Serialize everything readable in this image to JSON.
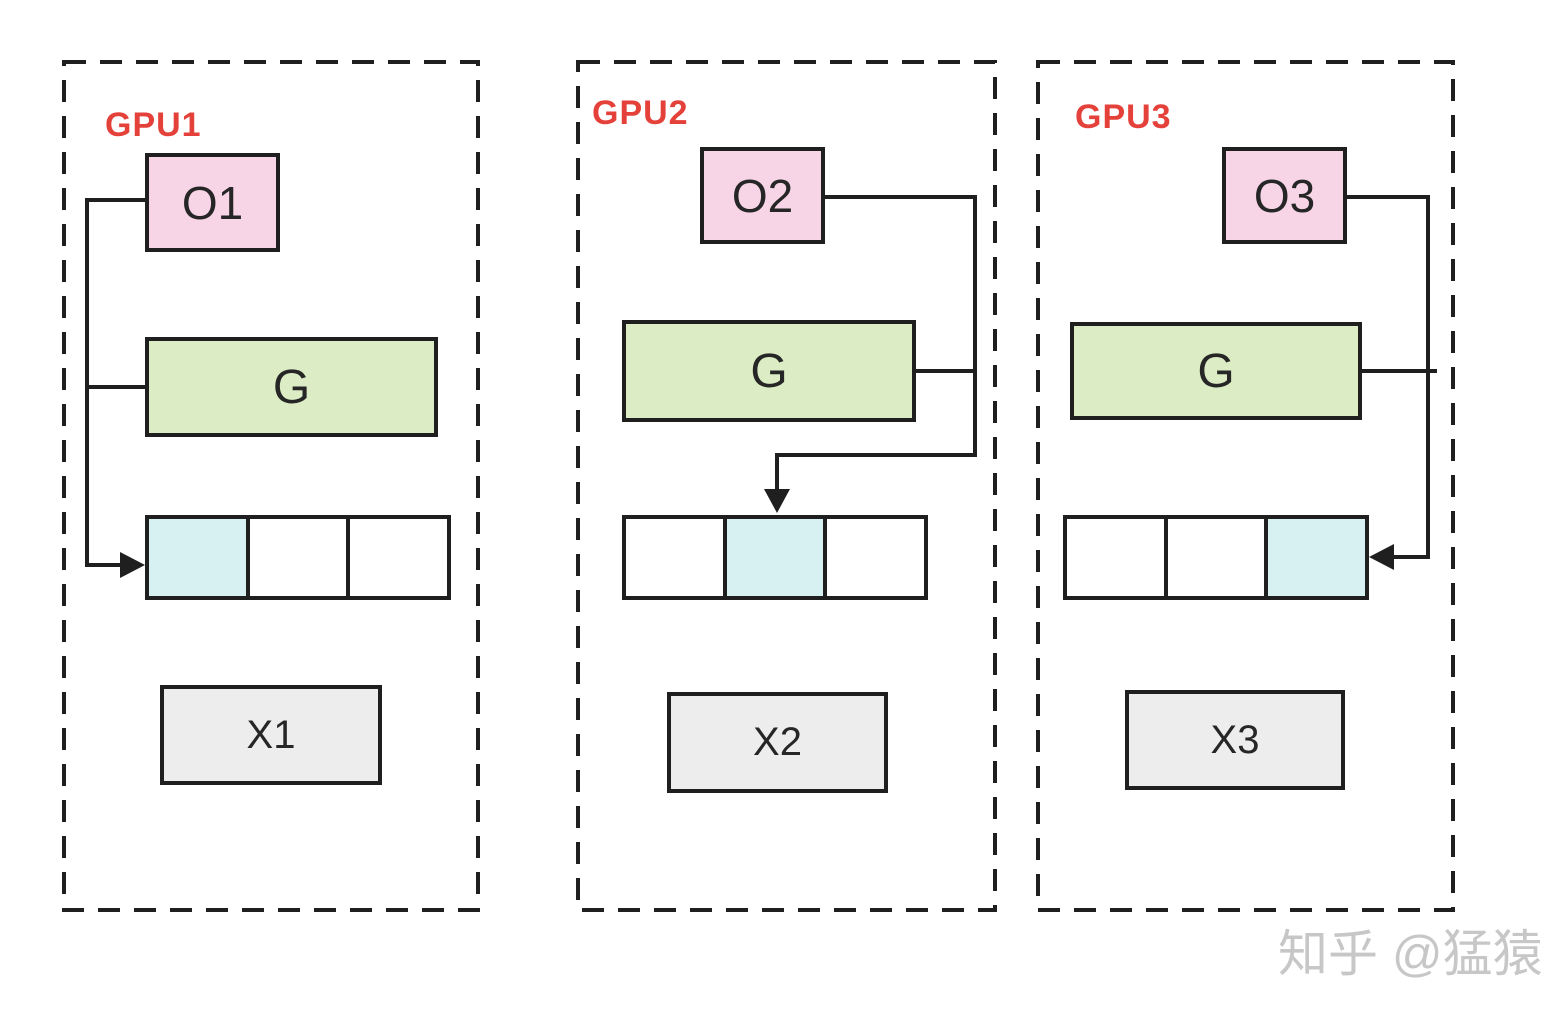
{
  "gpus": [
    {
      "label": "GPU1",
      "optimizer_label": "O1",
      "grad_label": "G",
      "x_label": "X1",
      "array_cells": 3,
      "highlight_index": 0
    },
    {
      "label": "GPU2",
      "optimizer_label": "O2",
      "grad_label": "G",
      "x_label": "X2",
      "array_cells": 3,
      "highlight_index": 1
    },
    {
      "label": "GPU3",
      "optimizer_label": "O3",
      "grad_label": "G",
      "x_label": "X3",
      "array_cells": 3,
      "highlight_index": 2
    }
  ],
  "watermark": "知乎 @猛猿",
  "colors": {
    "gpu_label": "#e5413b",
    "optimizer_fill": "#f8d4e7",
    "grad_fill": "#dcedc5",
    "highlight_fill": "#d7f0f2",
    "x_fill": "#ededed",
    "line": "#1f1f1f"
  }
}
